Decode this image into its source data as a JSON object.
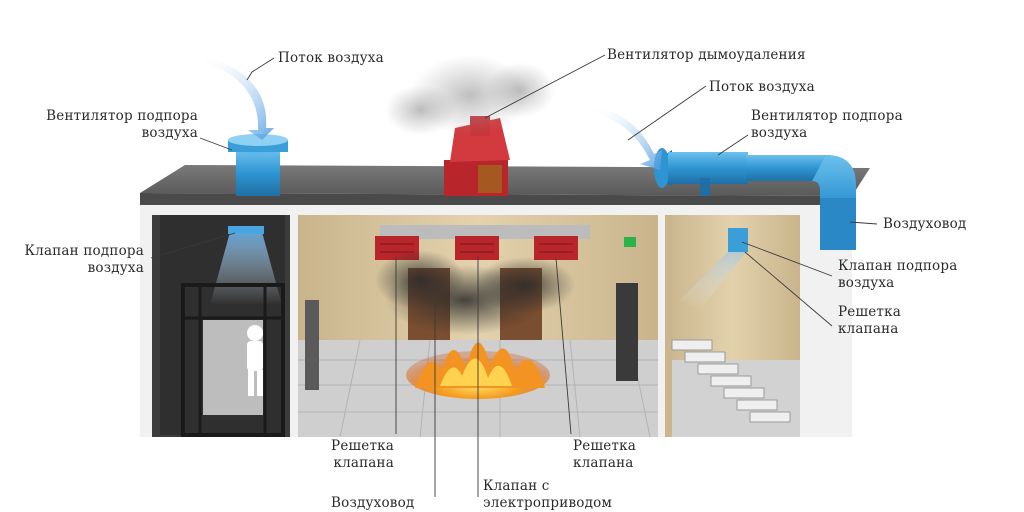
{
  "labels": {
    "airflow_left": "Поток воздуха",
    "supply_fan_left": [
      "Вентилятор подпора",
      "воздуха"
    ],
    "smoke_fan": "Вентилятор дымоудаления",
    "airflow_right": "Поток воздуха",
    "supply_fan_right": [
      "Вентилятор подпора",
      "воздуха"
    ],
    "duct_right": "Воздуховод",
    "supply_valve_left": [
      "Клапан подпора",
      "воздуха"
    ],
    "supply_valve_right": [
      "Клапан подпора",
      "воздуха"
    ],
    "valve_grille_right": [
      "Решетка",
      "клапана"
    ],
    "valve_grille_bottom_left": [
      "Решетка",
      "клапана"
    ],
    "valve_grille_bottom_right": [
      "Решетка",
      "клапана"
    ],
    "duct_bottom": "Воздуховод",
    "motorized_valve": [
      "Клапан с",
      "электроприводом"
    ]
  },
  "colors": {
    "duct_blue": "#3a9fd8",
    "smoke_fan_red": "#c8353a",
    "roof": "#6b6b6b",
    "fire_orange": "#f08a1c",
    "wall_beige": "#d9c6a0",
    "floor": "#c8c8c8"
  }
}
